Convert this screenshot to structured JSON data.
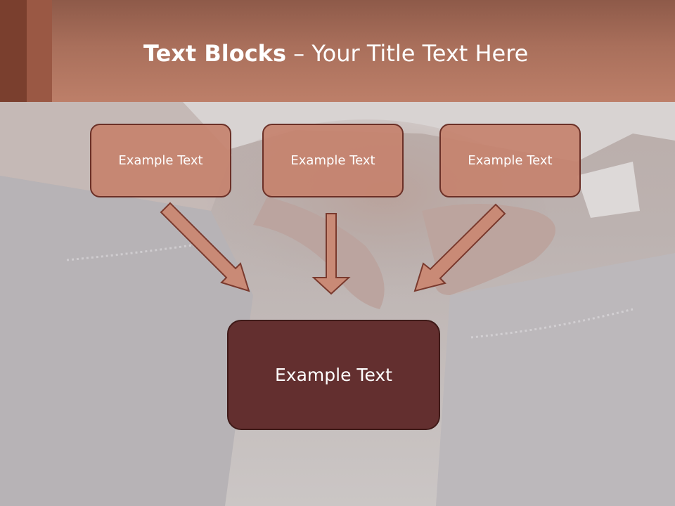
{
  "title": {
    "bold": "Text Blocks",
    "rest": " – Your Title Text Here"
  },
  "blocks": {
    "top": [
      "Example Text",
      "Example Text",
      "Example Text"
    ],
    "bottom": "Example Text"
  },
  "colors": {
    "header": "#bd7f69",
    "box_fill": "#c6826e",
    "box_border": "#6b3027",
    "main_fill": "#632f2f",
    "arrow_fill": "#c98a76"
  }
}
